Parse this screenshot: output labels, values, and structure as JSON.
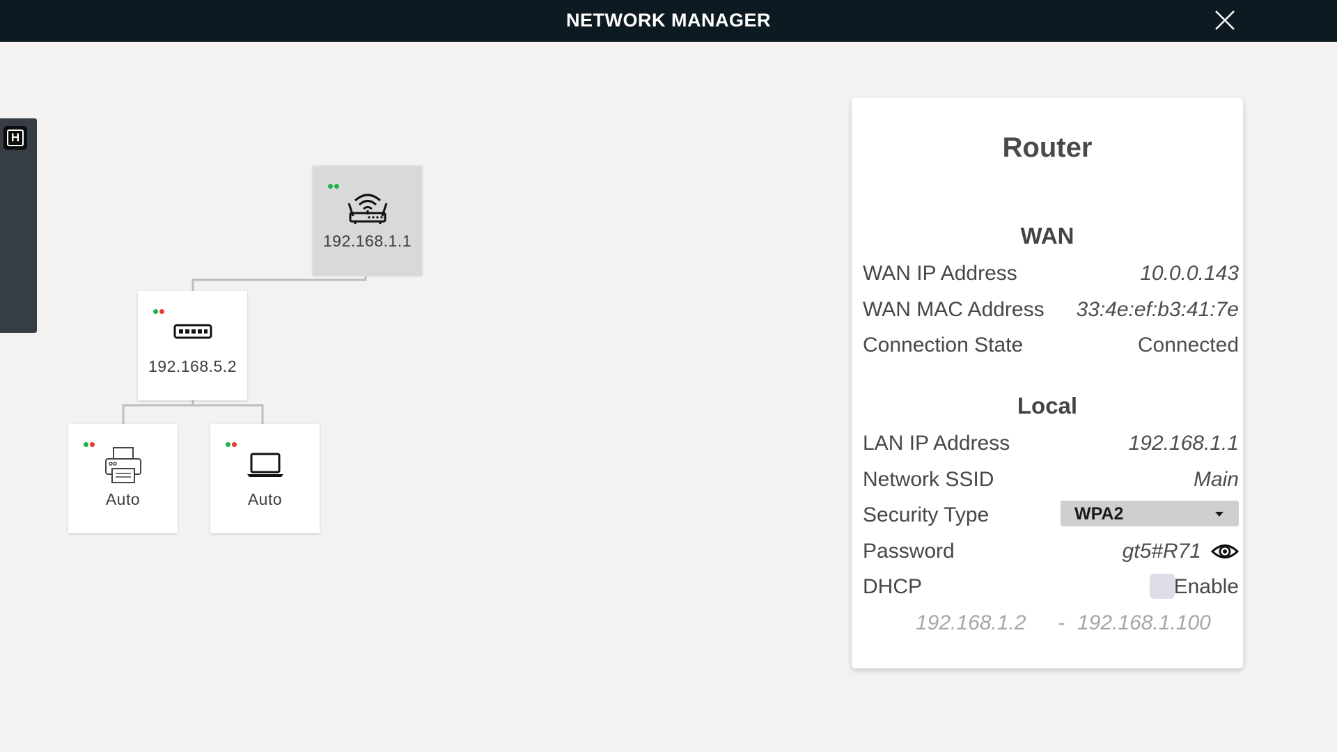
{
  "app": {
    "title": "NETWORK MANAGER"
  },
  "side_panel": {
    "badge": "H"
  },
  "colors": {
    "led_green": "#1fb14a",
    "led_red": "#e53a35",
    "titlebar": "#0e1a22"
  },
  "topology": {
    "router": {
      "label": "192.168.1.1",
      "icon": "wifi-router-icon",
      "leds": [
        "green",
        "green"
      ]
    },
    "switch": {
      "label": "192.168.5.2",
      "icon": "network-switch-icon",
      "leds": [
        "green",
        "red"
      ]
    },
    "printer": {
      "label": "Auto",
      "icon": "printer-icon",
      "leds": [
        "green",
        "red"
      ]
    },
    "laptop": {
      "label": "Auto",
      "icon": "laptop-icon",
      "leds": [
        "green",
        "red"
      ]
    }
  },
  "details": {
    "title": "Router",
    "wan": {
      "heading": "WAN",
      "ip_label": "WAN IP Address",
      "ip_value": "10.0.0.143",
      "mac_label": "WAN MAC Address",
      "mac_value": "33:4e:ef:b3:41:7e",
      "state_label": "Connection State",
      "state_value": "Connected"
    },
    "local": {
      "heading": "Local",
      "lan_label": "LAN IP Address",
      "lan_value": "192.168.1.1",
      "ssid_label": "Network SSID",
      "ssid_value": "Main",
      "security_label": "Security Type",
      "security_value": "WPA2",
      "password_label": "Password",
      "password_value": "gt5#R71",
      "dhcp_label": "DHCP",
      "dhcp_enable_label": "Enable",
      "dhcp_start": "192.168.1.2",
      "dhcp_separator": "-",
      "dhcp_end": "192.168.1.100"
    }
  }
}
